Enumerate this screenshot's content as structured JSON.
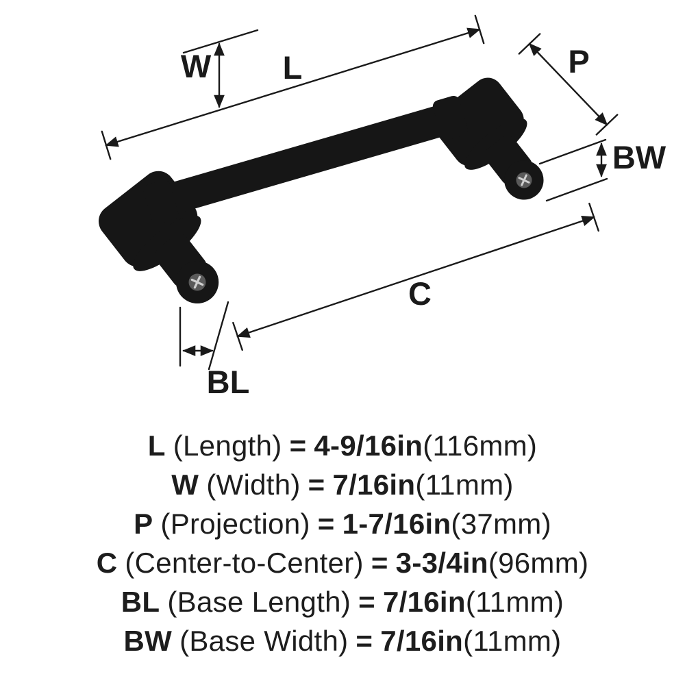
{
  "product_diagram": {
    "dimension_labels": {
      "W": "W",
      "L": "L",
      "P": "P",
      "BW": "BW",
      "C": "C",
      "BL": "BL"
    }
  },
  "specs": [
    {
      "key": "L",
      "name": "(Length)",
      "eq": "=",
      "value": "4-9/16in",
      "metric": "(116mm)"
    },
    {
      "key": "W",
      "name": "(Width)",
      "eq": "=",
      "value": "7/16in",
      "metric": "(11mm)"
    },
    {
      "key": "P",
      "name": "(Projection)",
      "eq": "=",
      "value": "1-7/16in",
      "metric": "(37mm)"
    },
    {
      "key": "C",
      "name": "(Center-to-Center)",
      "eq": "=",
      "value": "3-3/4in",
      "metric": "(96mm)"
    },
    {
      "key": "BL",
      "name": "(Base Length)",
      "eq": "=",
      "value": "7/16in",
      "metric": "(11mm)"
    },
    {
      "key": "BW",
      "name": "(Base Width)",
      "eq": "=",
      "value": "7/16in",
      "metric": "(11mm)"
    }
  ],
  "colors": {
    "ink": "#1a1a1a",
    "handle": "#161616",
    "screw_face": "#5a5a5a",
    "screw_cross": "#cfcfcf",
    "background": "#ffffff"
  }
}
